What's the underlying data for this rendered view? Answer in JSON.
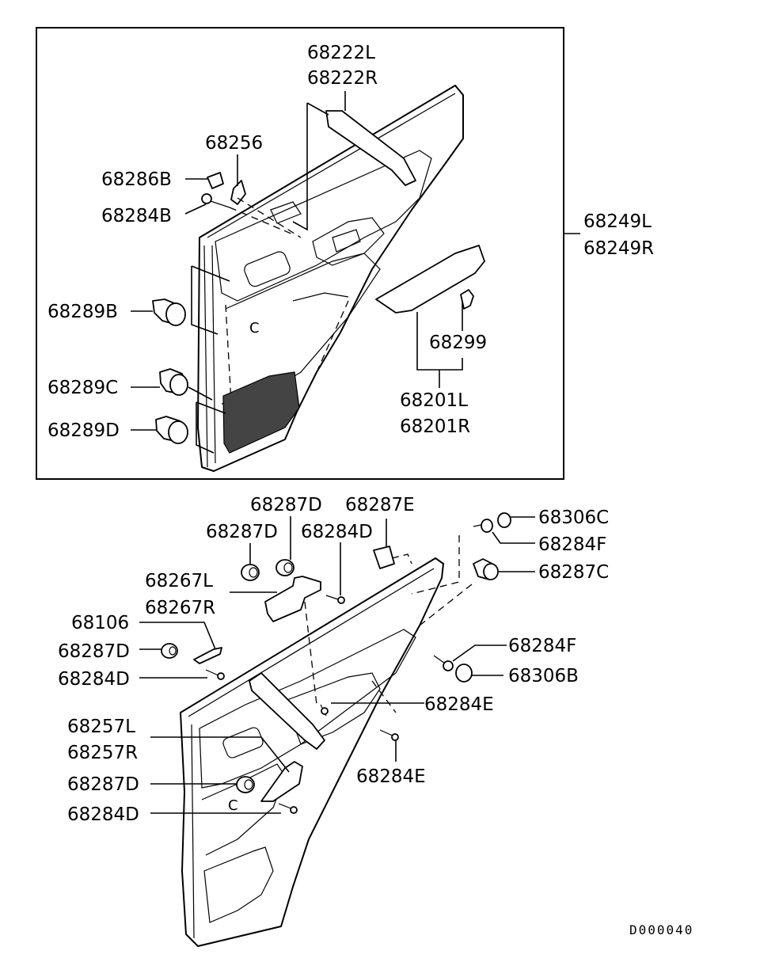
{
  "diagram_code": "D000040",
  "callouts": {
    "p68222L": "68222L",
    "p68222R": "68222R",
    "p68256": "68256",
    "p68286B": "68286B",
    "p68284B": "68284B",
    "p68249L": "68249L",
    "p68249R": "68249R",
    "p68289B": "68289B",
    "p68299": "68299",
    "p68289C": "68289C",
    "p68201L": "68201L",
    "p68201R": "68201R",
    "p68289D": "68289D",
    "p68287D_a": "68287D",
    "p68287E": "68287E",
    "p68306C": "68306C",
    "p68287D_b": "68287D",
    "p68284D_a": "68284D",
    "p68284F_a": "68284F",
    "p68287C": "68287C",
    "p68267L": "68267L",
    "p68267R": "68267R",
    "p68106": "68106",
    "p68284F_b": "68284F",
    "p68287D_c": "68287D",
    "p68306B": "68306B",
    "p68284D_b": "68284D",
    "p68284E_a": "68284E",
    "p68257L": "68257L",
    "p68257R": "68257R",
    "p68287D_d": "68287D",
    "p68284E_b": "68284E",
    "p68284D_c": "68284D"
  }
}
